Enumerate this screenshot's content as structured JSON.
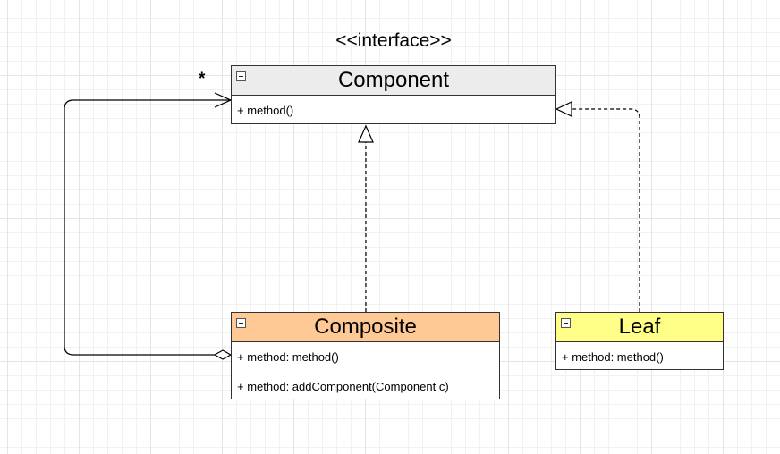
{
  "stereotype": "<<interface>>",
  "multiplicity": "*",
  "classes": {
    "component": {
      "name": "Component",
      "members": [
        "+ method()"
      ]
    },
    "composite": {
      "name": "Composite",
      "members": [
        "+ method: method()",
        "+ method: addComponent(Component c)"
      ]
    },
    "leaf": {
      "name": "Leaf",
      "members": [
        "+ method: method()"
      ]
    }
  },
  "colors": {
    "component_header": "#ececec",
    "composite_header": "#ffc995",
    "leaf_header": "#ffff88",
    "line": "#000000"
  }
}
